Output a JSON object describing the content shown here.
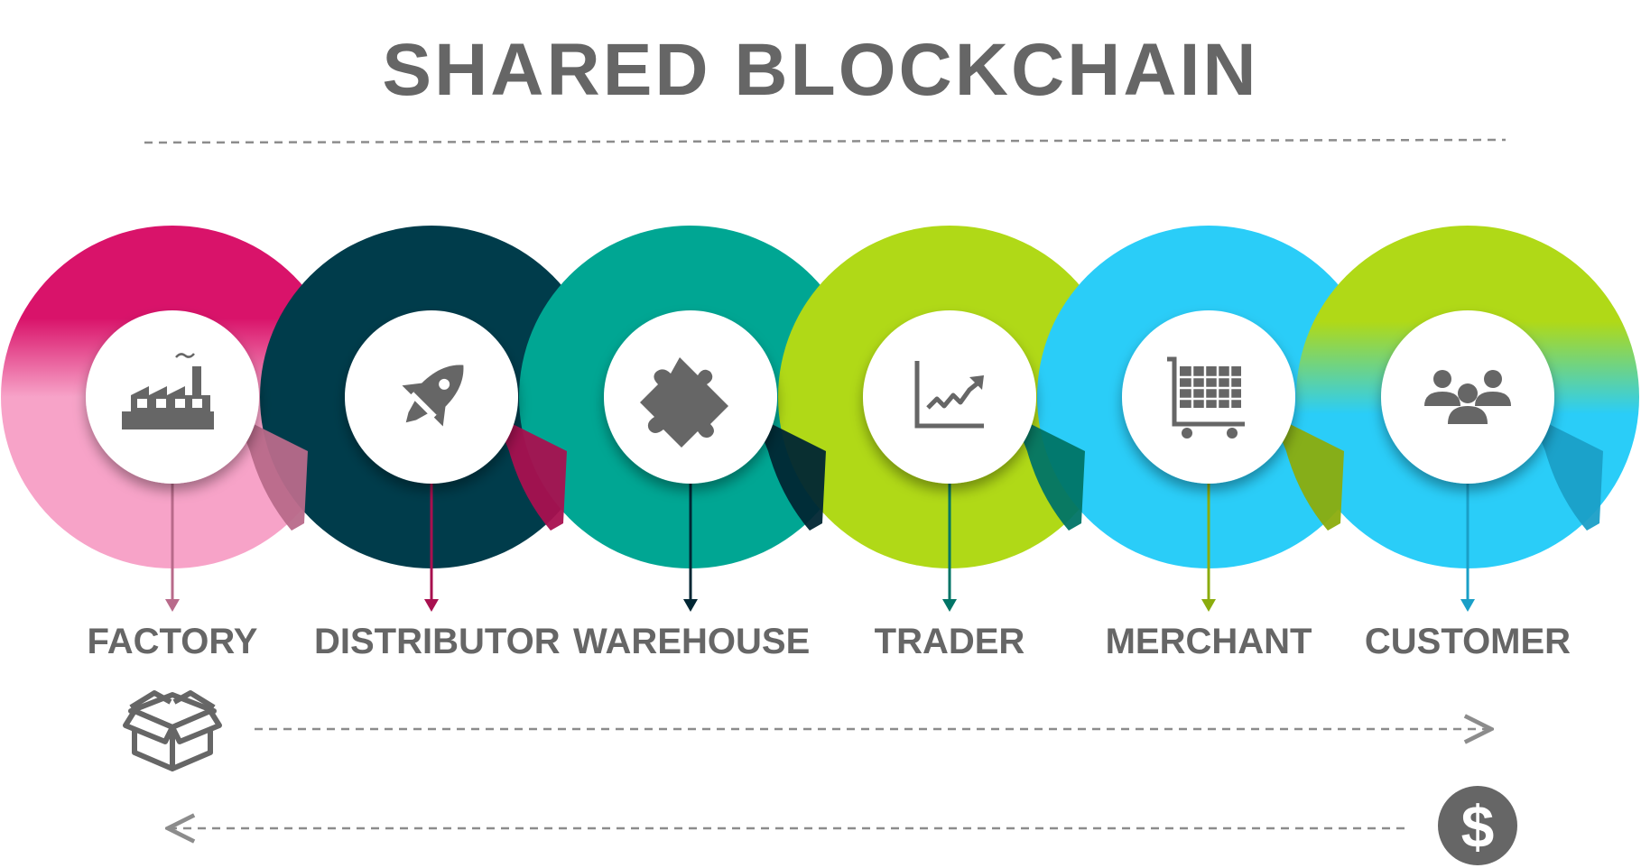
{
  "title": "SHARED BLOCKCHAIN",
  "stages": [
    {
      "label": "FACTORY",
      "icon": "factory-icon",
      "ring_color": "#d9136a",
      "ring_light": "#f7a3c8",
      "shade": "#b86a8a"
    },
    {
      "label": "DISTRIBUTOR",
      "icon": "rocket-icon",
      "ring_color": "#003c4b",
      "ring_light": "#003c4b",
      "shade": "#a8104f"
    },
    {
      "label": "WAREHOUSE",
      "icon": "puzzle-piece-icon",
      "ring_color": "#00a693",
      "ring_light": "#00a693",
      "shade": "#002633"
    },
    {
      "label": "TRADER",
      "icon": "line-chart-icon",
      "ring_color": "#b0d917",
      "ring_light": "#b0d917",
      "shade": "#007466"
    },
    {
      "label": "MERCHANT",
      "icon": "shopping-cart-icon",
      "ring_color": "#2acdf8",
      "ring_light": "#2acdf8",
      "shade": "#8bac0d"
    },
    {
      "label": "CUSTOMER",
      "icon": "users-group-icon",
      "ring_color": "#b0d917",
      "ring_light": "#2acdf8",
      "shade": "#1a9fc7"
    }
  ],
  "colors": {
    "text": "#666666",
    "dashed_line": "#8c8c8c",
    "icon": "#666666",
    "circle_fill": "#ffffff"
  },
  "flows": [
    {
      "direction": "forward",
      "icon": "open-box-icon"
    },
    {
      "direction": "backward",
      "icon": "dollar-coin-icon"
    }
  ]
}
